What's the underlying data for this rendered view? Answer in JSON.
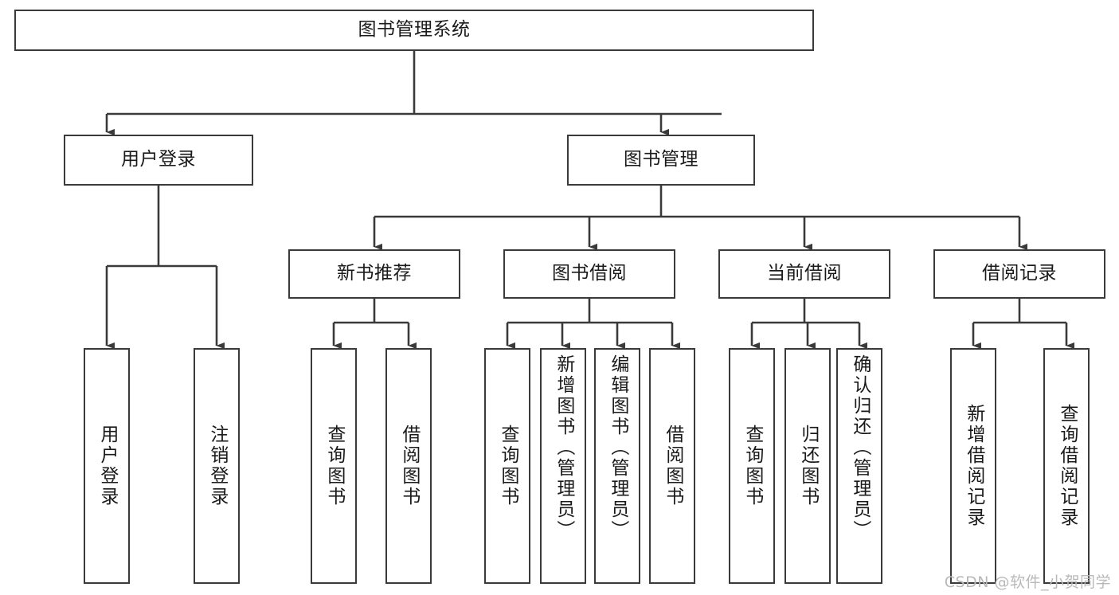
{
  "diagram": {
    "type": "tree-hierarchy-chart",
    "title": "图书管理系统",
    "orientation": "top-down",
    "colors": {
      "box_border": "#3a3a3a",
      "box_fill": "#ffffff",
      "connector": "#3a3a3a",
      "text": "#1a1a1a",
      "watermark": "#b9b9b9"
    },
    "levels": 4
  },
  "root": {
    "label": "图书管理系统"
  },
  "level1": [
    {
      "label": "用户登录"
    },
    {
      "label": "图书管理"
    }
  ],
  "level2": [
    {
      "label": "新书推荐"
    },
    {
      "label": "图书借阅"
    },
    {
      "label": "当前借阅"
    },
    {
      "label": "借阅记录"
    }
  ],
  "leaves": {
    "user_login": [
      {
        "label": "用户登录"
      },
      {
        "label": "注销登录"
      }
    ],
    "new_book_recommend": [
      {
        "label": "查询图书"
      },
      {
        "label": "借阅图书"
      }
    ],
    "book_borrow": [
      {
        "label": "查询图书"
      },
      {
        "label": "新增图书（管理员）"
      },
      {
        "label": "编辑图书（管理员）"
      },
      {
        "label": "借阅图书"
      }
    ],
    "current_borrow": [
      {
        "label": "查询图书"
      },
      {
        "label": "归还图书"
      },
      {
        "label": "确认归还（管理员）"
      }
    ],
    "borrow_record": [
      {
        "label": "新增借阅记录"
      },
      {
        "label": "查询借阅记录"
      }
    ]
  },
  "watermark": {
    "text": "CSDN @软件_小贺同学"
  }
}
